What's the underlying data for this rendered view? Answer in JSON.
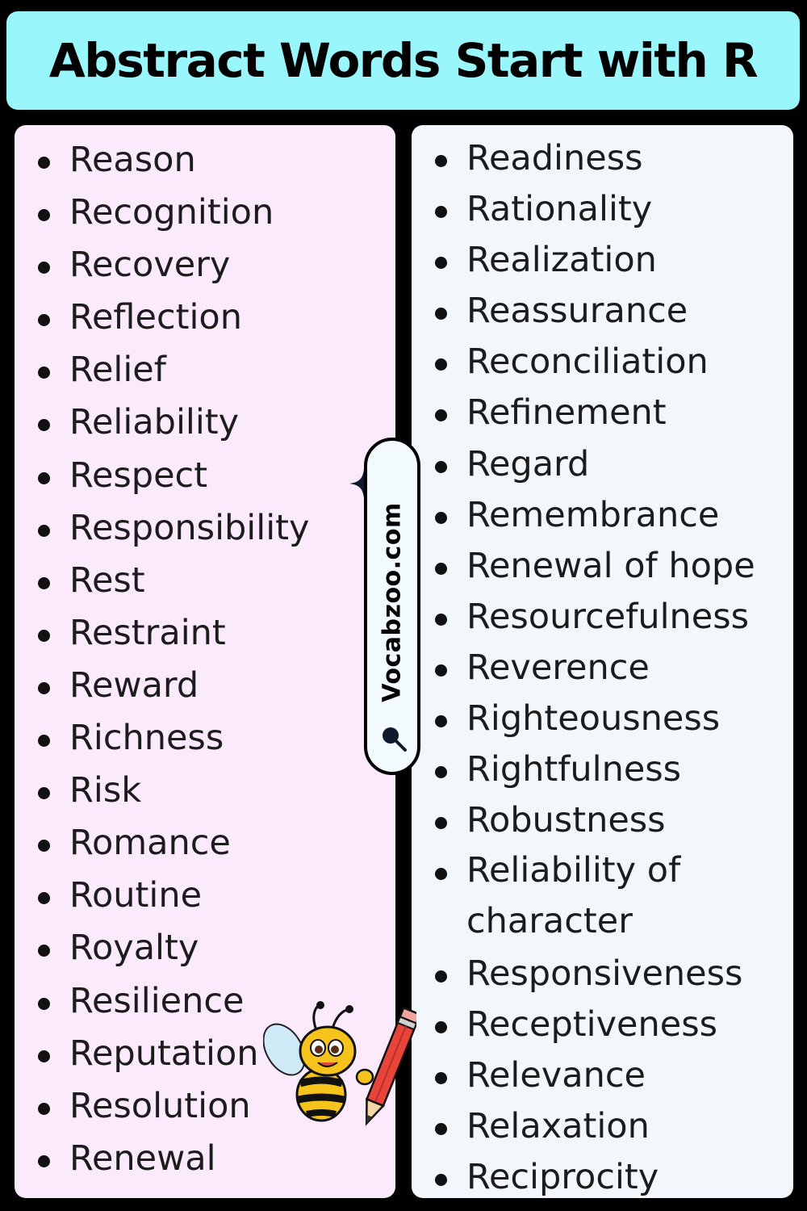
{
  "title": "Abstract Words Start with R",
  "brand": {
    "site": "Vocabzoo.com",
    "icons": [
      "search-icon",
      "sparkle-icon",
      "bee-mascot-icon"
    ]
  },
  "colors": {
    "background": "#000000",
    "title_bg": "#99f6fb",
    "left_panel": "#fbeafb",
    "right_panel": "#f2f7fc"
  },
  "left_words": [
    "Reason",
    "Recognition",
    "Recovery",
    "Reflection",
    "Relief",
    "Reliability",
    "Respect",
    "Responsibility",
    "Rest",
    "Restraint",
    "Reward",
    "Richness",
    "Risk",
    "Romance",
    "Routine",
    "Royalty",
    "Resilience",
    "Reputation",
    "Resolution",
    "Renewal"
  ],
  "right_words": [
    "Readiness",
    "Rationality",
    "Realization",
    "Reassurance",
    "Reconciliation",
    "Refinement",
    "Regard",
    "Remembrance",
    "Renewal of hope",
    "Resourcefulness",
    "Reverence",
    "Righteousness",
    "Rightfulness",
    "Robustness",
    "Reliability of character",
    "Responsiveness",
    "Receptiveness",
    "Relevance",
    "Relaxation",
    "Reciprocity"
  ]
}
